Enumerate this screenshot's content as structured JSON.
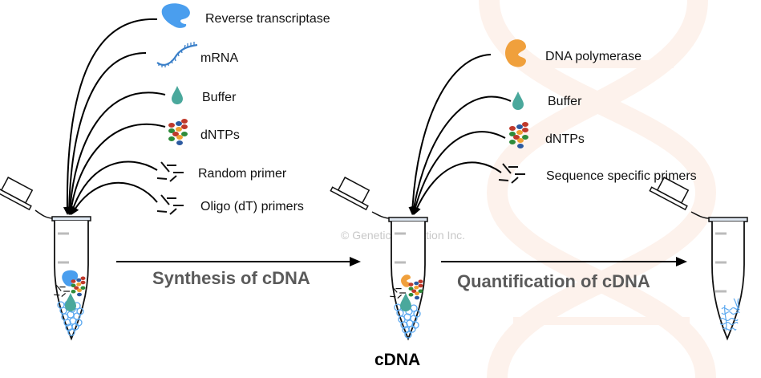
{
  "watermark": "© Genetic Education Inc.",
  "colors": {
    "reverse_transcriptase": "#4a9eee",
    "mrna": "#3a7fc8",
    "buffer": "#4aa89c",
    "dna_polymerase": "#f0a03c",
    "dntp_red": "#c0392b",
    "dntp_blue": "#2c5aa0",
    "dntp_green": "#2e8b3a",
    "dntp_orange": "#f0a030",
    "cdna_blue": "#5aa8f0",
    "step_label": "#5a5a5a",
    "background_dna": "#fdf3ee"
  },
  "stage1": {
    "inputs": [
      {
        "label": "Reverse transcriptase",
        "icon": "enzyme-icon"
      },
      {
        "label": "mRNA",
        "icon": "mrna-icon"
      },
      {
        "label": "Buffer",
        "icon": "droplet-icon"
      },
      {
        "label": "dNTPs",
        "icon": "dntps-icon"
      },
      {
        "label": "Random primer",
        "icon": "primers-icon"
      },
      {
        "label": "Oligo (dT) primers",
        "icon": "primers-icon"
      }
    ]
  },
  "stage2": {
    "inputs": [
      {
        "label": "DNA polymerase",
        "icon": "enzyme-icon"
      },
      {
        "label": "Buffer",
        "icon": "droplet-icon"
      },
      {
        "label": "dNTPs",
        "icon": "dntps-icon"
      },
      {
        "label": "Sequence specific primers",
        "icon": "primers-icon"
      }
    ]
  },
  "steps": [
    {
      "label": "Synthesis of cDNA"
    },
    {
      "label": "Quantification of cDNA"
    }
  ],
  "product_label": "cDNA"
}
